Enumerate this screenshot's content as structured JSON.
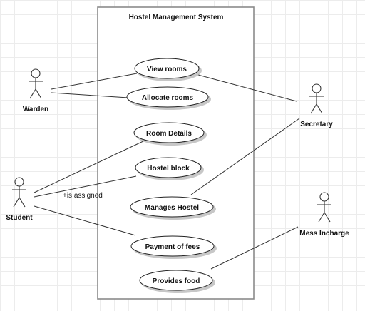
{
  "diagram": {
    "system_title": "Hostel Management System",
    "actors": {
      "warden": "Warden",
      "student": "Student",
      "secretary": "Secretary",
      "mess_incharge": "Mess Incharge"
    },
    "use_cases": {
      "view_rooms": "View rooms",
      "allocate_rooms": "Allocate rooms",
      "room_details": "Room Details",
      "hostel_block": "Hostel block",
      "manages_hostel": "Manages Hostel",
      "payment_of_fees": "Payment of fees",
      "provides_food": "Provides food"
    },
    "association_labels": {
      "student_hostel_block": "+is assigned"
    }
  }
}
